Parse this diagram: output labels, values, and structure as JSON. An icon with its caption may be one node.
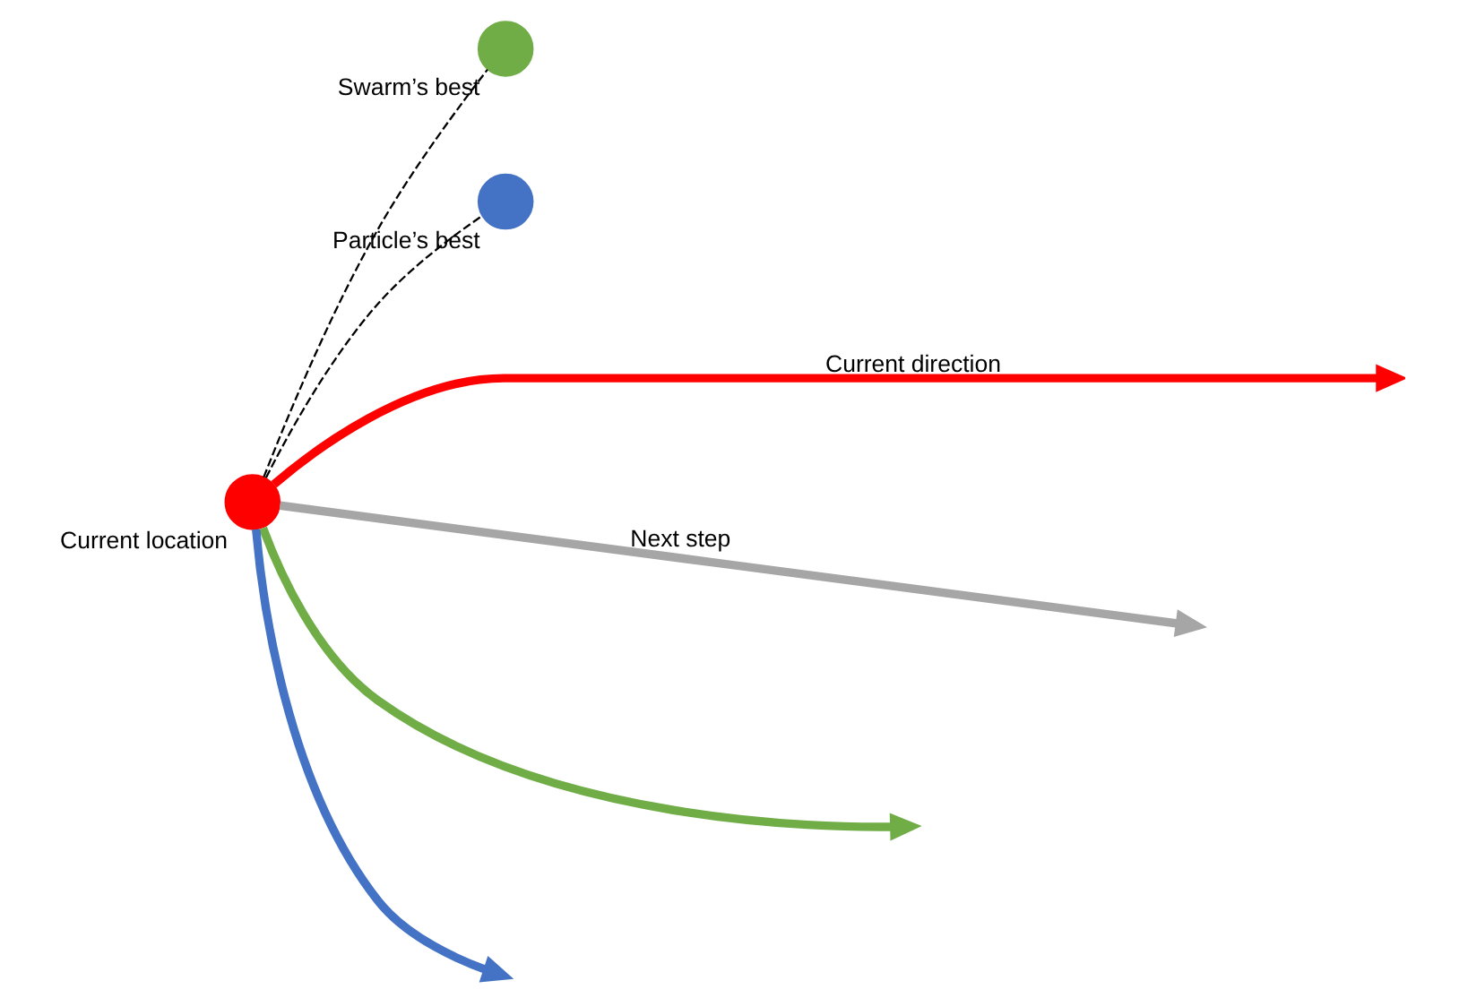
{
  "diagram": {
    "nodes": [
      {
        "text": [],
        "shape": "circle",
        "beside": [
          "Current location"
        ]
      },
      {
        "text": [],
        "shape": "circle",
        "beside": [
          "Swarm’s best"
        ]
      },
      {
        "text": [],
        "shape": "circle",
        "beside": [
          "Particle’s best"
        ]
      }
    ],
    "edges": [
      {
        "from": 0,
        "to": null,
        "arrow": "to",
        "label": "Current direction",
        "color": "#ff0000"
      },
      {
        "from": 0,
        "to": null,
        "arrow": "to",
        "label": "Next step",
        "color": "#a6a6a6"
      },
      {
        "from": 0,
        "to": null,
        "arrow": "to",
        "color": "#70ad47"
      },
      {
        "from": 0,
        "to": null,
        "arrow": "to",
        "color": "#4472c4"
      },
      {
        "from": 0,
        "to": 1,
        "arrow": "none",
        "style": "dashed"
      },
      {
        "from": 0,
        "to": 2,
        "arrow": "none",
        "style": "dashed"
      }
    ]
  }
}
